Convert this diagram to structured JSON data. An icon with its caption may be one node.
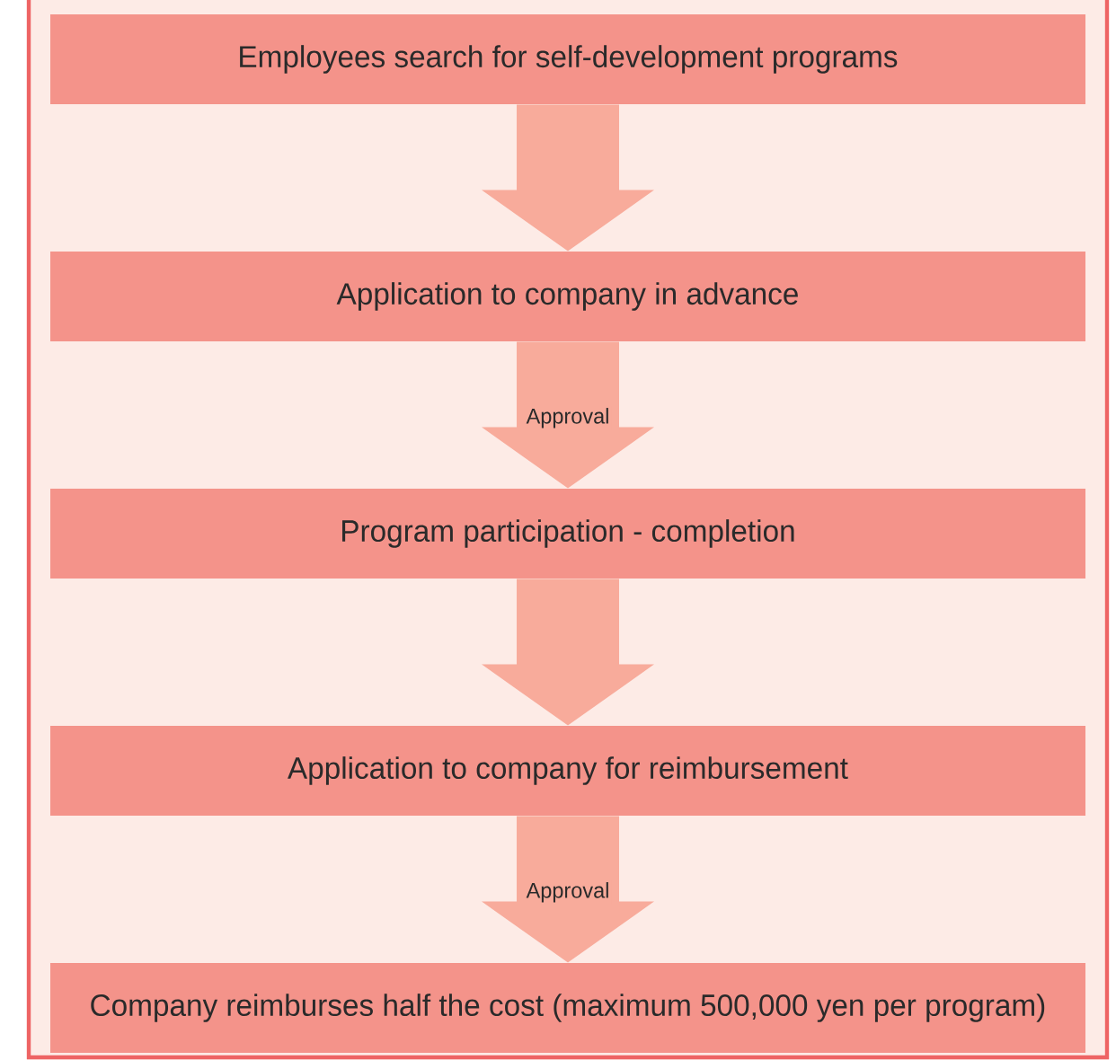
{
  "diagram": {
    "nodes": [
      {
        "text": [
          "Employees search for self-development programs"
        ]
      },
      {
        "text": [
          "Application to company in advance"
        ]
      },
      {
        "text": [
          "Program participation - completion"
        ]
      },
      {
        "text": [
          "Application to company for reimbursement"
        ]
      },
      {
        "text": [
          "Company reimburses half the cost (maximum 500,000 yen per program)"
        ]
      }
    ],
    "edges": [
      {
        "from": 0,
        "to": 1,
        "arrow": "to"
      },
      {
        "from": 1,
        "to": 2,
        "arrow": "to",
        "label": "Approval"
      },
      {
        "from": 2,
        "to": 3,
        "arrow": "to"
      },
      {
        "from": 3,
        "to": 4,
        "arrow": "to",
        "label": "Approval"
      }
    ]
  }
}
